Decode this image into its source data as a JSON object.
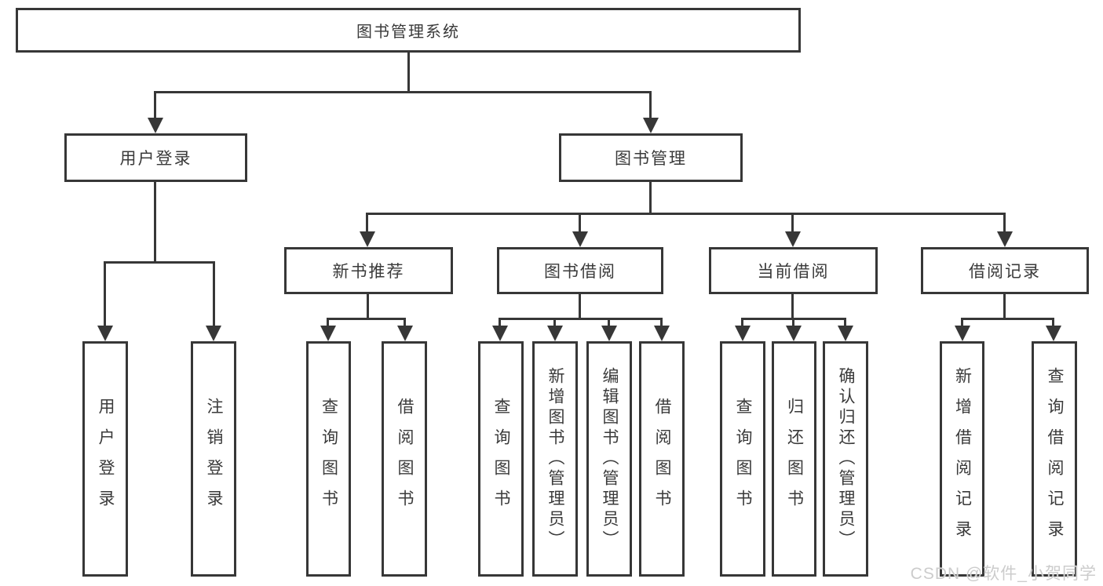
{
  "tree": {
    "label": "图书管理系统",
    "children": [
      {
        "label": "用户登录",
        "children": [
          {
            "label": "用户登录"
          },
          {
            "label": "注销登录"
          }
        ]
      },
      {
        "label": "图书管理",
        "children": [
          {
            "label": "新书推荐",
            "children": [
              {
                "label": "查询图书"
              },
              {
                "label": "借阅图书"
              }
            ]
          },
          {
            "label": "图书借阅",
            "children": [
              {
                "label": "查询图书"
              },
              {
                "label": "新增图书（管理员）"
              },
              {
                "label": "编辑图书（管理员）"
              },
              {
                "label": "借阅图书"
              }
            ]
          },
          {
            "label": "当前借阅",
            "children": [
              {
                "label": "查询图书"
              },
              {
                "label": "归还图书"
              },
              {
                "label": "确认归还（管理员）"
              }
            ]
          },
          {
            "label": "借阅记录",
            "children": [
              {
                "label": "新增借阅记录"
              },
              {
                "label": "查询借阅记录"
              }
            ]
          }
        ]
      }
    ]
  },
  "watermark": "CSDN @软件_小贺同学",
  "colors": {
    "line": "#373737",
    "text": "#3a3a3a",
    "watermark": "#cccccc",
    "background": "#ffffff"
  }
}
